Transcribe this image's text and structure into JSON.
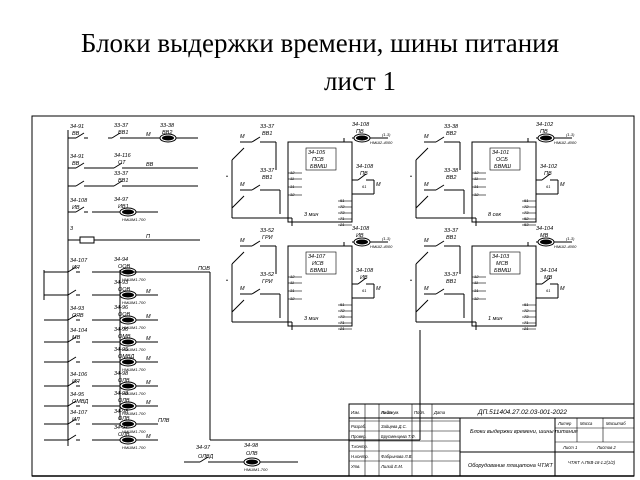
{
  "title": {
    "line1": "Блоки выдержки времени, шины питания",
    "line2": "лист 1"
  },
  "left_column": {
    "rows": [
      {
        "tag1": "34-91",
        "name1": "ВВ",
        "tag2": "33-37",
        "name2": "ВВ1",
        "tag3": "33-38",
        "name3": "ВВ2",
        "bus": "М"
      },
      {
        "tag1": "34-91",
        "name1": "ВВ",
        "tag2": "34-116",
        "name2": "ОТ",
        "bus": "ВВ"
      },
      {
        "tag1": "",
        "name1": "",
        "tag2": "33-37",
        "name2": "ВВ1",
        "bus": ""
      },
      {
        "tag1": "34-108",
        "name1": "ИВ",
        "tag2": "34-97",
        "name2": "ИВ1",
        "bus": ""
      },
      {
        "tag1": "3",
        "name1": "",
        "tag2": "",
        "name2": "",
        "bus": "П"
      },
      {
        "tag1": "34-107",
        "name1": "ИЯ",
        "tag2": "34-94",
        "name2": "ООВ",
        "bus": "ПОВ"
      },
      {
        "tag1": "",
        "name1": "",
        "tag2": "34-93",
        "name2": "ООВ",
        "bus": "М"
      },
      {
        "tag1": "34-93",
        "name1": "ОЯВ",
        "tag2": "34-96",
        "name2": "ООВ",
        "bus": "М"
      },
      {
        "tag1": "34-104",
        "name1": "МВ",
        "tag2": "34-96",
        "name2": "ОМВ",
        "bus": "М"
      },
      {
        "tag1": "",
        "name1": "",
        "tag2": "34-95",
        "name2": "ОМВД",
        "bus": "М"
      },
      {
        "tag1": "34-106",
        "name1": "ИЯ",
        "tag2": "34-98",
        "name2": "ОЛВ",
        "bus": "М"
      },
      {
        "tag1": "34-95",
        "name1": "ОМВД",
        "tag2": "34-98",
        "name2": "ОЛВ",
        "bus": "М"
      },
      {
        "tag1": "34-107",
        "name1": "ИЛ",
        "tag2": "34-98",
        "name2": "ОЛВ",
        "bus": "ПЛВ"
      },
      {
        "tag1": "",
        "name1": "",
        "tag2": "34-97",
        "name2": "ОЛВ",
        "bus": "М"
      }
    ],
    "bottom_contact": {
      "tag": "34-97",
      "name": "ОЛВД"
    },
    "bottom_coil": {
      "tag": "34-98",
      "name": "ОЛВ"
    },
    "coil_type": "НМШМ1-700"
  },
  "timer_blocks": [
    {
      "contact_tag1": "33-37",
      "contact_name1": "ВВ1",
      "contact_tag2": "33-37",
      "contact_name2": "ВВ1",
      "block_tag": "34-105",
      "block_name": "ПСВ",
      "block_type": "БВМШ",
      "relay_tag": "34-108",
      "relay_name": "ПВ",
      "relay_type": "НМШ2-4000",
      "delay": "3 мин",
      "pins": [
        "12",
        "11",
        "31",
        "32",
        "51",
        "72",
        "73",
        "71",
        "21"
      ]
    },
    {
      "contact_tag1": "33-38",
      "contact_name1": "ВВ2",
      "contact_tag2": "33-38",
      "contact_name2": "ВВ2",
      "block_tag": "34-101",
      "block_name": "ОСБ",
      "block_type": "БВМШ",
      "relay_tag": "34-102",
      "relay_name": "ПВ",
      "relay_type": "НМШ2-4000",
      "delay": "8 сек",
      "pins": [
        "12",
        "11",
        "31",
        "32",
        "51",
        "72",
        "73",
        "52",
        "53"
      ]
    },
    {
      "contact_tag1": "33-52",
      "contact_name1": "ГРИ",
      "contact_tag2": "33-52",
      "contact_name2": "ГРИ",
      "block_tag": "34-107",
      "block_name": "ИСВ",
      "block_type": "БВМШ",
      "relay_tag": "34-108",
      "relay_name": "ИВ",
      "relay_type": "НМШ2-4000",
      "delay": "3 мин",
      "pins": [
        "12",
        "11",
        "31",
        "32",
        "51",
        "72",
        "73",
        "71",
        "21"
      ]
    },
    {
      "contact_tag1": "33-37",
      "contact_name1": "ВВ1",
      "contact_tag2": "33-37",
      "contact_name2": "ВВ1",
      "block_tag": "34-103",
      "block_name": "МСВ",
      "block_type": "БВМШ",
      "relay_tag": "34-104",
      "relay_name": "МВ",
      "relay_type": "НМШ2-4000",
      "delay": "1 мин",
      "pins": [
        "12",
        "11",
        "31",
        "32",
        "51",
        "72",
        "73",
        "71",
        "21"
      ]
    }
  ],
  "title_block": {
    "doc_code": "ДП.511404.27.02.03-001-2022",
    "sheet_title": "Блоки выдержки времени, шины питания",
    "subject": "Оборудование плацатона ЧТЖТ",
    "org": "ЧТЖТ А.ПКВ-18-1.2(1/2)",
    "stage_label": "Литер",
    "mass_label": "Масса",
    "scale_label": "Масштаб",
    "sheet_label": "Лист 1",
    "sheets_label": "Листов 2",
    "rows": [
      {
        "role": "Изм.",
        "name": "Лист",
        "doc": "№ докум.",
        "sign": "Подп.",
        "date": "Дата"
      },
      {
        "role": "Разраб.",
        "name": "Зайцева Д.С.",
        "doc": "",
        "sign": "",
        "date": ""
      },
      {
        "role": "Провер.",
        "name": "Брусменцева Т.Ф.",
        "doc": "",
        "sign": "",
        "date": ""
      },
      {
        "role": "Т.контр.",
        "name": "",
        "doc": "",
        "sign": "",
        "date": ""
      },
      {
        "role": "Н.контр.",
        "name": "Фабрынова Л.В.",
        "doc": "",
        "sign": "",
        "date": ""
      },
      {
        "role": "Утв.",
        "name": "Лилий Е.М.",
        "doc": "",
        "sign": "",
        "date": ""
      }
    ]
  },
  "colors": {
    "ink": "#000000",
    "background": "#ffffff"
  }
}
